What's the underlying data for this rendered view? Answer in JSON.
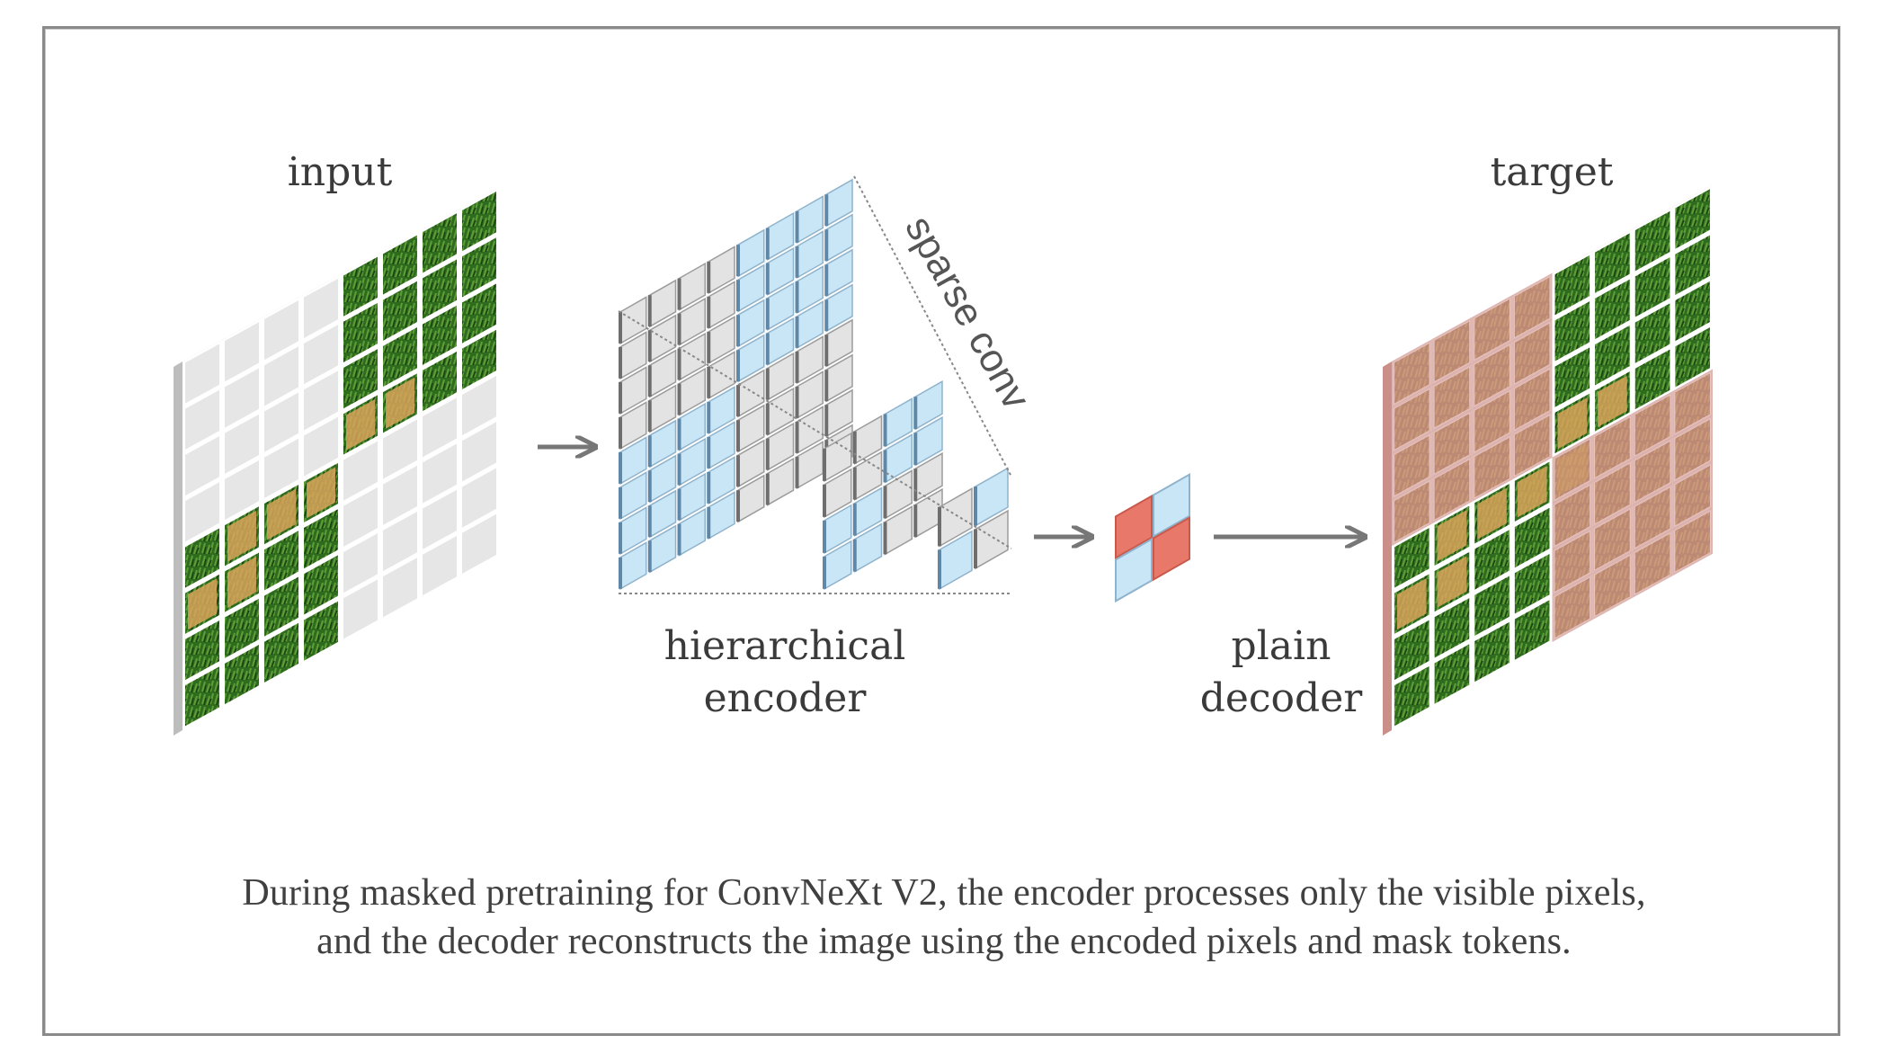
{
  "figure": {
    "labels": {
      "input": "input",
      "target": "target",
      "sparse_conv": "sparse conv",
      "encoder_line1": "hierarchical",
      "encoder_line2": "encoder",
      "decoder_line1": "plain",
      "decoder_line2": "decoder"
    },
    "caption": {
      "line1": "During masked pretraining for ConvNeXt V2, the encoder processes only the visible pixels,",
      "line2": "and the decoder reconstructs the image using the encoded pixels and mask tokens."
    },
    "grids": {
      "input_grid_size": 8,
      "visible_quadrants": [
        "top-right",
        "bottom-left"
      ],
      "masked_quadrants": [
        "top-left",
        "bottom-right"
      ],
      "encoder_stages": [
        8,
        4,
        2
      ],
      "latent_grid_size": 2,
      "latent_pattern": [
        [
          "mask-token",
          "encoded"
        ],
        [
          "encoded",
          "mask-token"
        ]
      ]
    },
    "colors": {
      "masked_cell": "#e6e6e6",
      "visible_feature": "#c9e6f7",
      "masked_feature": "#e3e3e3",
      "mask_token": "#e8796a",
      "reconstructed_tint": "#d9968f",
      "grass": "#2f6b1f",
      "dog": "#d8a35a",
      "arrow": "#777777",
      "frame": "#8a8a8a"
    }
  }
}
